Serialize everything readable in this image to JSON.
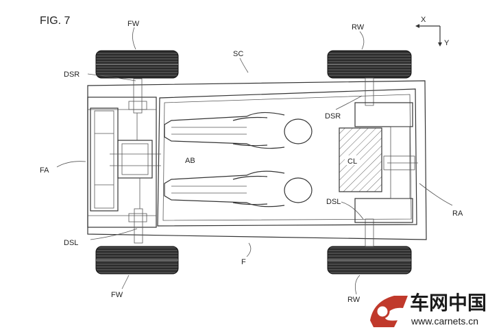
{
  "figure": {
    "title": "FIG. 7",
    "axes": {
      "x": "X",
      "y": "Y"
    },
    "labels": {
      "fw_top": "FW",
      "fw_bottom": "FW",
      "rw_top": "RW",
      "rw_bottom": "RW",
      "sc": "SC",
      "dsr_left": "DSR",
      "dsr_right": "DSR",
      "dsl_left": "DSL",
      "dsl_right": "DSL",
      "fa": "FA",
      "ab": "AB",
      "cl": "CL",
      "f": "F",
      "ra": "RA"
    }
  },
  "watermark": {
    "brand_text": "车网中国",
    "url": "www.carnets.cn",
    "colors": {
      "logo": "#c0392b",
      "text": "#1a1a1a"
    }
  }
}
